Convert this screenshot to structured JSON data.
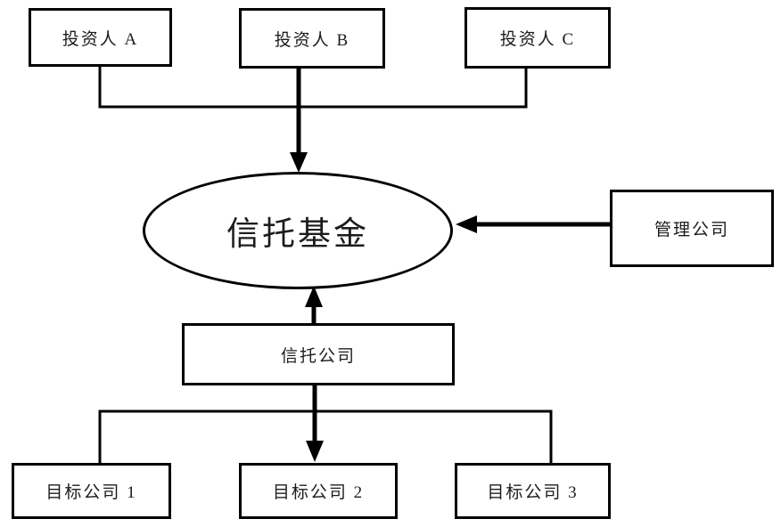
{
  "nodes": {
    "investor_a": {
      "label": "投资人 A"
    },
    "investor_b": {
      "label": "投资人 B"
    },
    "investor_c": {
      "label": "投资人 C"
    },
    "trust_fund": {
      "label": "信托基金"
    },
    "management_company": {
      "label": "管理公司"
    },
    "trust_company": {
      "label": "信托公司"
    },
    "target_company_1": {
      "label": "目标公司 1"
    },
    "target_company_2": {
      "label": "目标公司 2"
    },
    "target_company_3": {
      "label": "目标公司 3"
    }
  },
  "edges": [
    {
      "from": "investor_a",
      "to": "trust_fund",
      "style": "plain-line"
    },
    {
      "from": "investor_b",
      "to": "trust_fund",
      "style": "arrow-down"
    },
    {
      "from": "investor_c",
      "to": "trust_fund",
      "style": "plain-line"
    },
    {
      "from": "management_company",
      "to": "trust_fund",
      "style": "arrow-left"
    },
    {
      "from": "trust_company",
      "to": "trust_fund",
      "style": "arrow-up"
    },
    {
      "from": "trust_company",
      "to": "target_company_1",
      "style": "plain-line"
    },
    {
      "from": "trust_company",
      "to": "target_company_2",
      "style": "arrow-down"
    },
    {
      "from": "trust_company",
      "to": "target_company_3",
      "style": "plain-line"
    }
  ],
  "colors": {
    "line": "#000000",
    "text": "#1c1c1c",
    "background": "#ffffff"
  }
}
